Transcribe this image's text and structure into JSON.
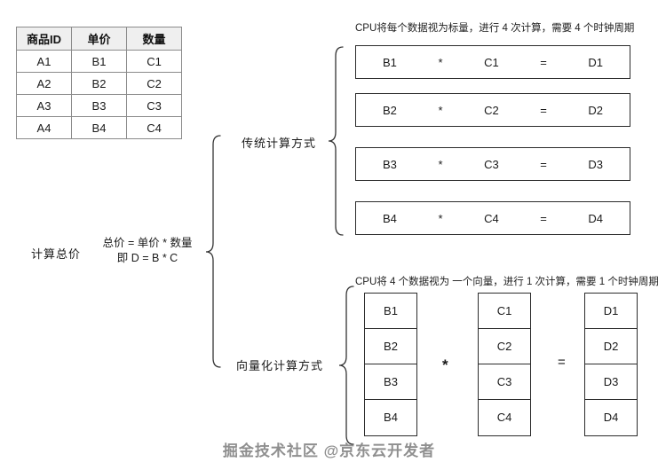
{
  "table": {
    "headers": [
      "商品ID",
      "单价",
      "数量"
    ],
    "rows": [
      [
        "A1",
        "B1",
        "C1"
      ],
      [
        "A2",
        "B2",
        "C2"
      ],
      [
        "A3",
        "B3",
        "C3"
      ],
      [
        "A4",
        "B4",
        "C4"
      ]
    ]
  },
  "left": {
    "task_label": "计算总价",
    "formula_line1": "总价 = 单价 * 数量",
    "formula_line2": "即 D = B * C"
  },
  "traditional": {
    "branch_label": "传统计算方式",
    "note": "CPU将每个数据视为标量，进行 4 次计算，需要 4 个时钟周期",
    "rows": [
      {
        "b": "B1",
        "c": "C1",
        "d": "D1"
      },
      {
        "b": "B2",
        "c": "C2",
        "d": "D2"
      },
      {
        "b": "B3",
        "c": "C3",
        "d": "D3"
      },
      {
        "b": "B4",
        "c": "C4",
        "d": "D4"
      }
    ]
  },
  "vectorized": {
    "branch_label": "向量化计算方式",
    "note": "CPU将 4 个数据视为 一个向量，进行 1 次计算，需要 1 个时钟周期",
    "b_column": [
      "B1",
      "B2",
      "B3",
      "B4"
    ],
    "c_column": [
      "C1",
      "C2",
      "C3",
      "C4"
    ],
    "d_column": [
      "D1",
      "D2",
      "D3",
      "D4"
    ]
  },
  "symbols": {
    "multiply": "*",
    "equals": "="
  },
  "watermark": "掘金技术社区 @京东云开发者"
}
